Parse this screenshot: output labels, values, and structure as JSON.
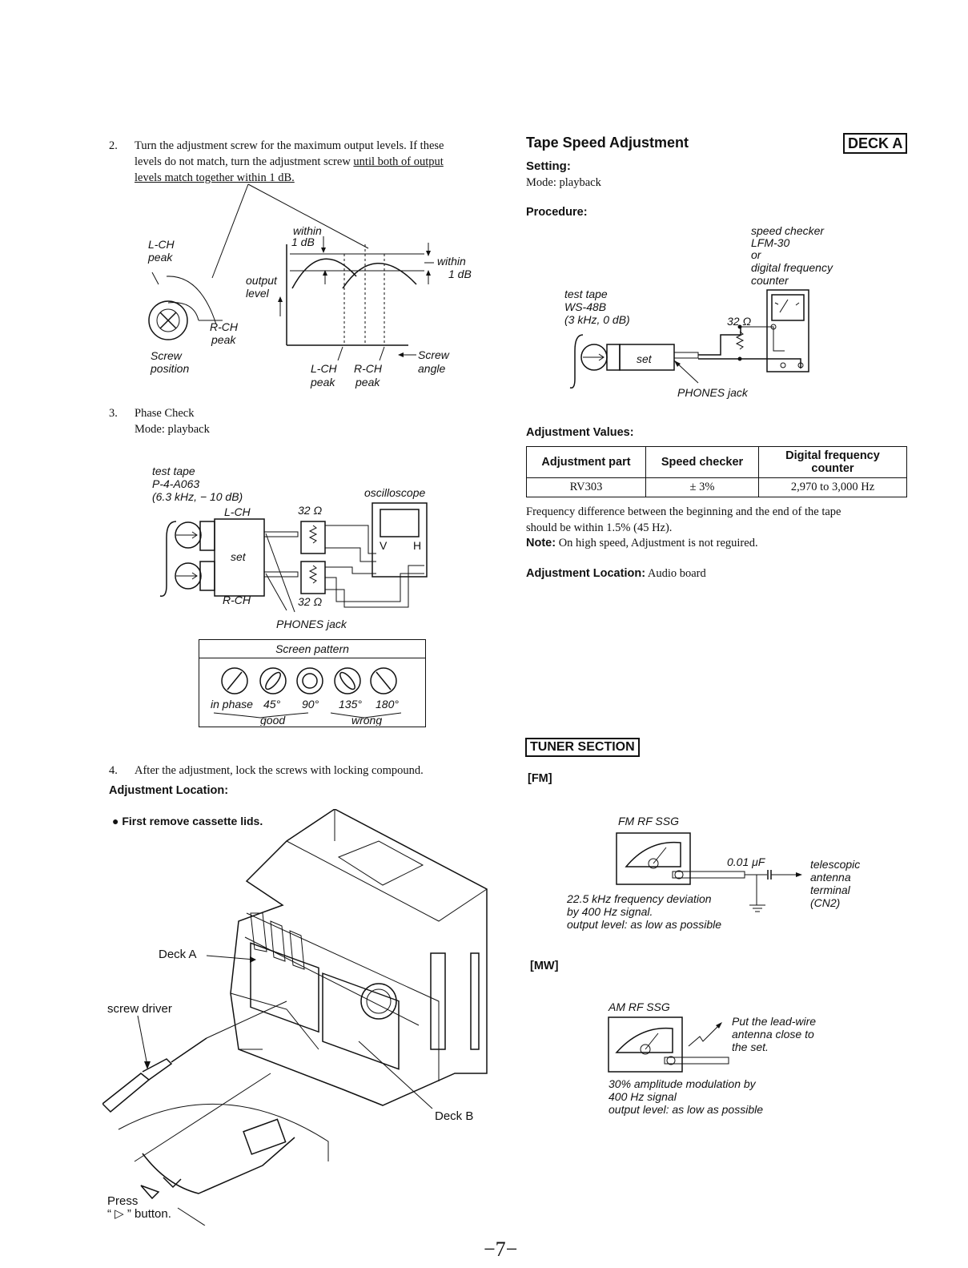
{
  "left": {
    "step2": {
      "num": "2.",
      "line1": "Turn the adjustment screw for the maximum output levels. If these",
      "line2a": "levels do not match, turn the adjustment screw ",
      "line2b": "until both of output",
      "line3": "levels match together within 1 dB.",
      "fig": {
        "lch_peak": [
          "L-CH",
          "peak"
        ],
        "rch_peak": [
          "R-CH",
          "peak"
        ],
        "screw_position": [
          "Screw",
          "position"
        ],
        "within_1db_top": [
          "within",
          "1 dB"
        ],
        "within_1db_right": [
          "within",
          "1 dB"
        ],
        "output_level": [
          "output",
          "level"
        ],
        "axis_lch_peak": [
          "L-CH",
          "peak"
        ],
        "axis_rch_peak": [
          "R-CH",
          "peak"
        ],
        "screw_angle": [
          "Screw",
          "angle"
        ]
      }
    },
    "step3": {
      "num": "3.",
      "title": "Phase Check",
      "mode": "Mode: playback",
      "fig": {
        "test_tape": [
          "test tape",
          "P-4-A063",
          "(6.3 kHz, − 10 dB)"
        ],
        "lch": "L-CH",
        "rch": "R-CH",
        "ohm_top": "32 Ω",
        "ohm_bottom": "32 Ω",
        "set": "set",
        "oscilloscope": "oscilloscope",
        "v": "V",
        "h": "H",
        "phones_jack": "PHONES jack"
      },
      "screen_pattern": {
        "title": "Screen pattern",
        "labels": [
          "in phase",
          "45°",
          "90°",
          "135°",
          "180°"
        ],
        "good": "good",
        "wrong": "wrong"
      }
    },
    "step4": {
      "num": "4.",
      "text": "After the adjustment, lock the screws with locking compound."
    },
    "adjustment_location": {
      "heading": "Adjustment Location:",
      "bullet": "First remove cassette lids.",
      "deck_a": "Deck A",
      "screw_driver": "screw driver",
      "deck_b": "Deck B",
      "press1": "Press",
      "press2": "“ ▷ ” button."
    }
  },
  "right": {
    "title": "Tape Speed Adjustment",
    "deck_badge": "DECK A",
    "setting_heading": "Setting:",
    "setting_mode": "Mode: playback",
    "procedure_heading": "Procedure:",
    "fig": {
      "speed_checker": [
        "speed checker",
        "LFM-30",
        "or",
        "digital frequency",
        "counter"
      ],
      "test_tape": [
        "test tape",
        "WS-48B",
        "(3 kHz, 0 dB)"
      ],
      "ohm": "32 Ω",
      "set": "set",
      "phones_jack": "PHONES jack"
    },
    "adjustment_values_heading": "Adjustment Values:",
    "table": {
      "headers": [
        "Adjustment part",
        "Speed checker",
        "Digital frequency counter"
      ],
      "row": [
        "RV303",
        "± 3%",
        "2,970 to 3,000 Hz"
      ]
    },
    "freq_note1": "Frequency difference between the beginning and the end of the tape",
    "freq_note2": "should be within 1.5% (45 Hz).",
    "note_label": "Note:",
    "note_text": " On high speed, Adjustment is not reguired.",
    "adj_location_label": "Adjustment Location:",
    "adj_location_value": " Audio board",
    "tuner_badge": "TUNER SECTION",
    "fm": {
      "label": "[FM]",
      "ssg": "FM RF SSG",
      "cap": "0.01 μF",
      "antenna": [
        "telescopic",
        "antenna",
        "terminal",
        "(CN2)"
      ],
      "signal": [
        "22.5 kHz frequency deviation",
        "by 400 Hz signal.",
        "output level: as low as possible"
      ]
    },
    "mw": {
      "label": "[MW]",
      "ssg": "AM RF SSG",
      "lead": [
        "Put the lead-wire",
        "antenna close to",
        "the set."
      ],
      "signal": [
        "30% amplitude modulation by",
        "400 Hz signal",
        "output level: as low as possible"
      ]
    }
  },
  "page_number": "−7−"
}
